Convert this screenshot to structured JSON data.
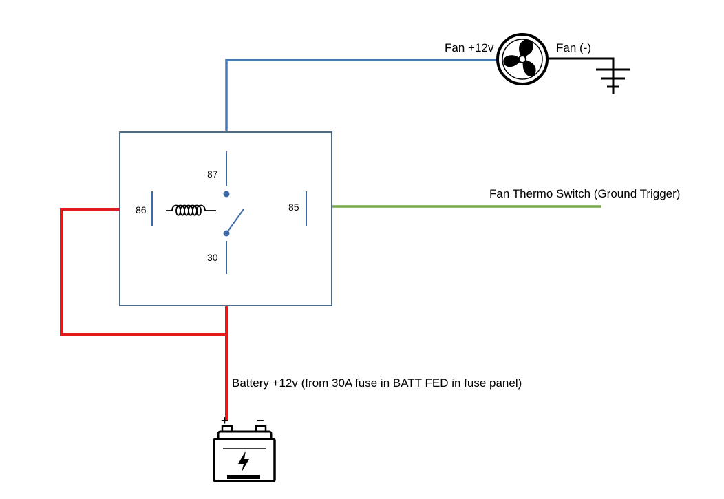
{
  "labels": {
    "fan_positive": "Fan +12v",
    "fan_negative": "Fan (-)",
    "thermo_switch": "Fan Thermo Switch (Ground Trigger)",
    "battery": "Battery +12v (from 30A fuse in BATT FED in fuse panel)",
    "pin_87": "87",
    "pin_86": "86",
    "pin_85": "85",
    "pin_30": "30",
    "battery_plus": "+",
    "battery_minus": "−"
  },
  "colors": {
    "relay_border": "#3a5a80",
    "relay_internal": "#3f6aa6",
    "contact_dot": "#3f6aa6",
    "wire_fan": "#4a79b3",
    "wire_ground": "#000000",
    "wire_thermo": "#77a84a",
    "wire_battery": "#e01b1b"
  },
  "icons": {
    "fan": "fan-icon",
    "ground": "ground-icon",
    "battery": "battery-icon",
    "coil": "relay-coil-icon",
    "switch": "relay-switch-icon"
  }
}
